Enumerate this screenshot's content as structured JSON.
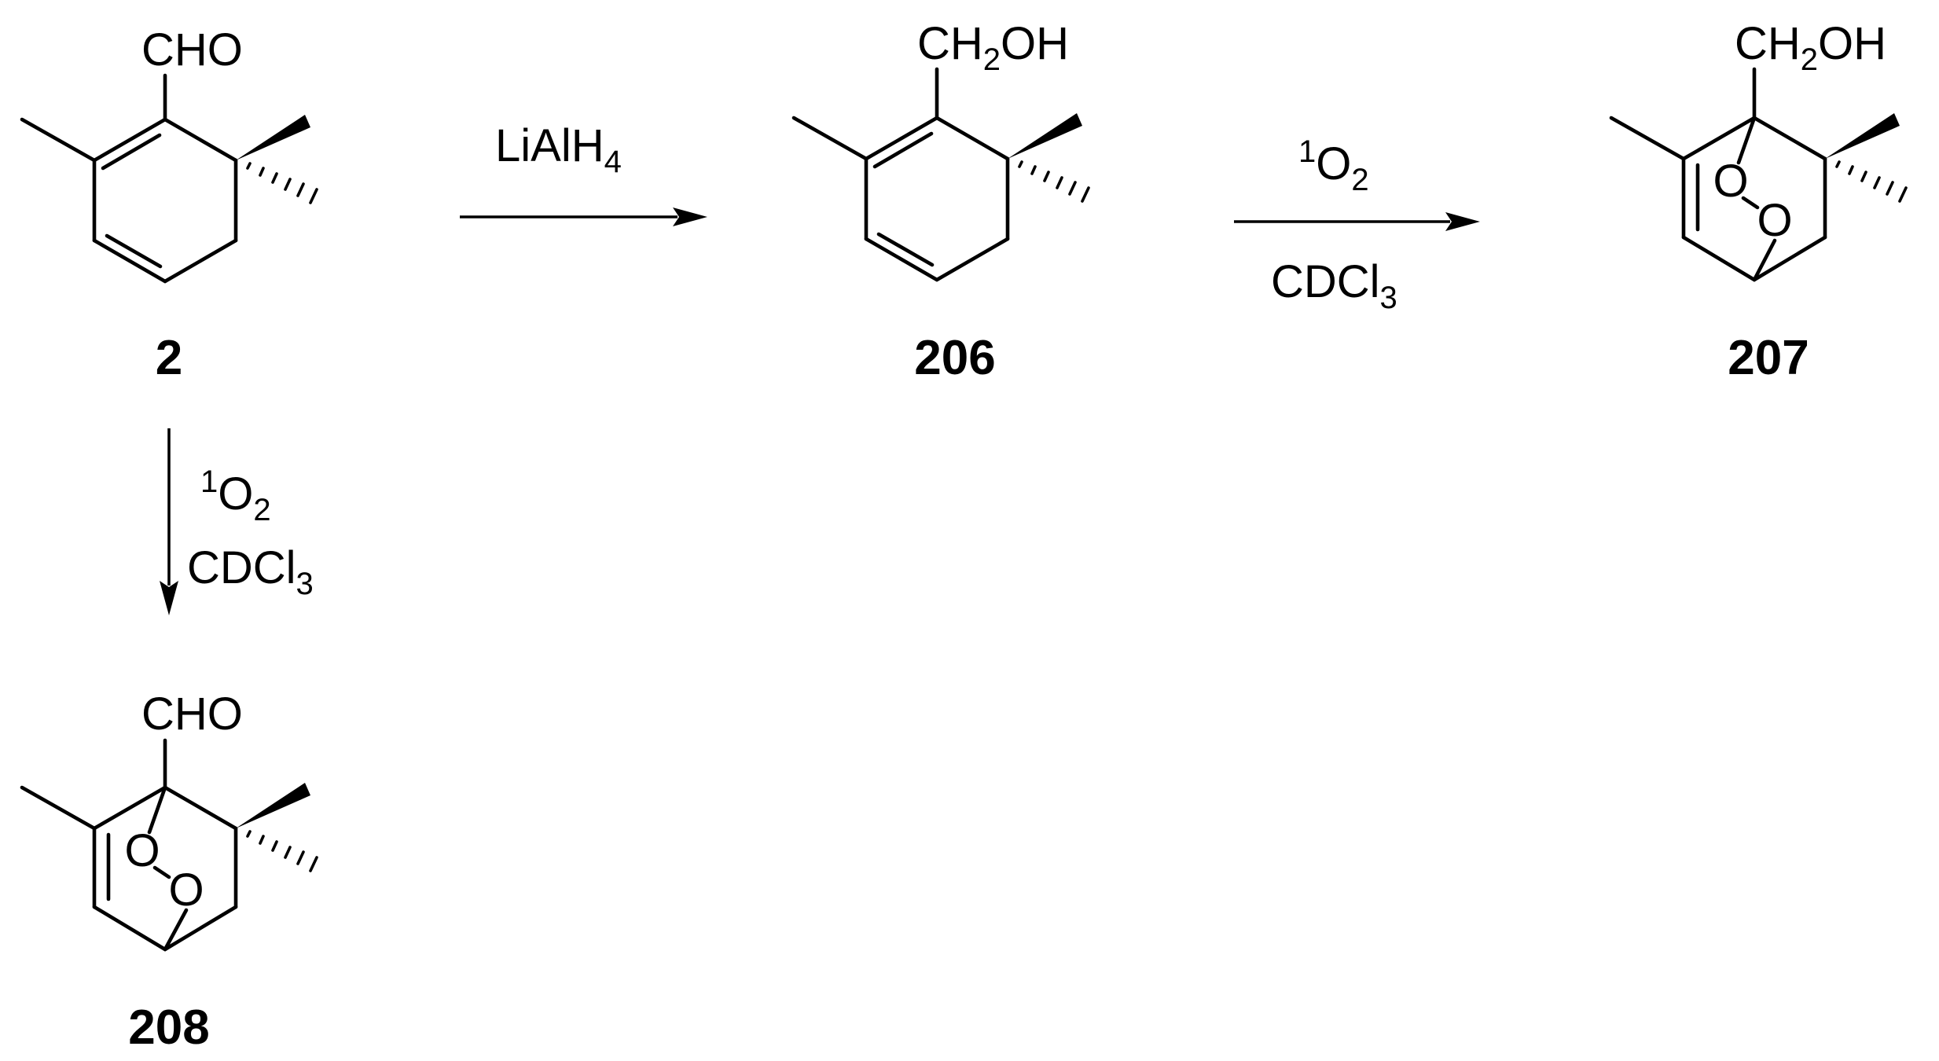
{
  "diagram_type": "reaction scheme",
  "colors": {
    "ink": "#000000",
    "background": "#ffffff"
  },
  "compounds": [
    {
      "label": "2",
      "substituent": {
        "main": "CHO",
        "sub": "",
        "tail": ""
      }
    },
    {
      "label": "206",
      "substituent": {
        "main": "CH",
        "sub": "2",
        "tail": "OH"
      }
    },
    {
      "label": "207",
      "substituent": {
        "main": "CH",
        "sub": "2",
        "tail": "OH"
      },
      "bridge_atoms": [
        "O",
        "O"
      ]
    },
    {
      "label": "208",
      "substituent": {
        "main": "CHO",
        "sub": "",
        "tail": ""
      },
      "bridge_atoms": [
        "O",
        "O"
      ]
    }
  ],
  "arrows": [
    {
      "from": "2",
      "to": "206",
      "direction": "right",
      "reagents": [
        {
          "base": "LiAlH",
          "sub": "4",
          "sup": ""
        }
      ]
    },
    {
      "from": "206",
      "to": "207",
      "direction": "right",
      "reagents": [
        {
          "sup": "1",
          "base": "O",
          "sub": "2"
        },
        {
          "sup": "",
          "base": "CDCl",
          "sub": "3"
        }
      ]
    },
    {
      "from": "2",
      "to": "208",
      "direction": "down",
      "reagents": [
        {
          "sup": "1",
          "base": "O",
          "sub": "2"
        },
        {
          "sup": "",
          "base": "CDCl",
          "sub": "3"
        }
      ]
    }
  ]
}
